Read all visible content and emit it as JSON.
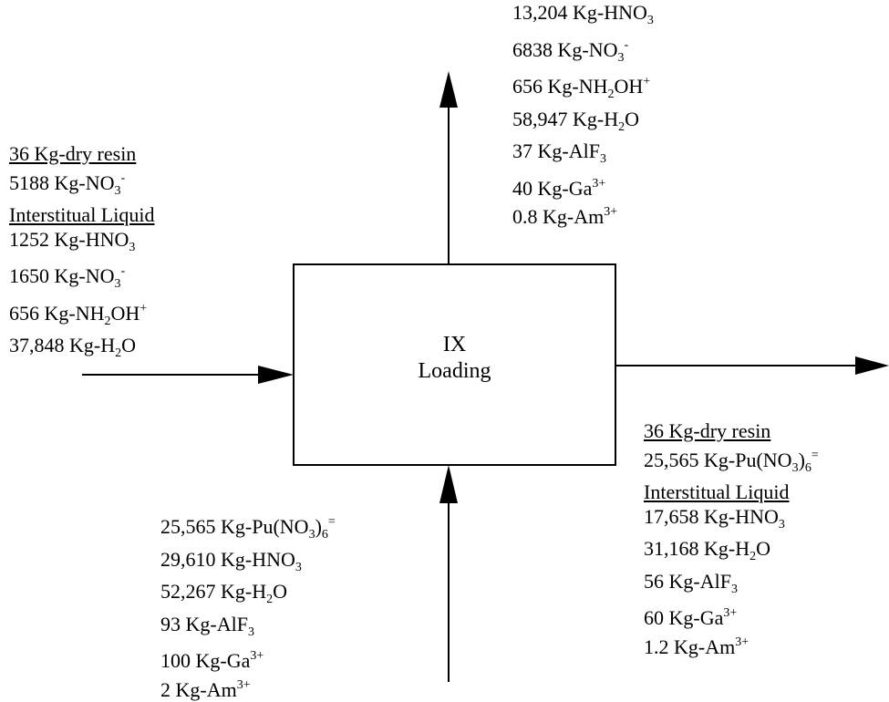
{
  "process_block": {
    "line1": "IX",
    "line2": "Loading"
  },
  "streams": {
    "top_output": [
      [
        [
          "13,204 Kg-HNO",
          ""
        ],
        [
          "3",
          "sub"
        ]
      ],
      [
        [
          "6838 Kg-NO",
          ""
        ],
        [
          "3",
          "sub"
        ],
        [
          "-",
          "sup"
        ]
      ],
      [
        [
          "656 Kg-NH",
          ""
        ],
        [
          "2",
          "sub"
        ],
        [
          "OH",
          ""
        ],
        [
          "+",
          "sup"
        ]
      ],
      [
        [
          "58,947 Kg-H",
          ""
        ],
        [
          "2",
          "sub"
        ],
        [
          "O",
          ""
        ]
      ],
      [
        [
          "37 Kg-AlF",
          ""
        ],
        [
          "3",
          "sub"
        ]
      ],
      [
        [
          "40 Kg-Ga",
          ""
        ],
        [
          "3+",
          "sup"
        ]
      ],
      [
        [
          "0.8 Kg-Am",
          ""
        ],
        [
          "3+",
          "sup"
        ]
      ]
    ],
    "left_input": [
      [
        [
          "36 Kg-dry resin",
          "u"
        ]
      ],
      [
        [
          "5188 Kg-NO",
          ""
        ],
        [
          "3",
          "sub"
        ],
        [
          "-",
          "sup"
        ]
      ],
      [
        [
          "Interstitual Liquid",
          "u"
        ]
      ],
      [
        [
          "1252 Kg-HNO",
          ""
        ],
        [
          "3",
          "sub"
        ]
      ],
      [
        [
          "1650 Kg-NO",
          ""
        ],
        [
          "3",
          "sub"
        ],
        [
          "-",
          "sup"
        ]
      ],
      [
        [
          "656 Kg-NH",
          ""
        ],
        [
          "2",
          "sub"
        ],
        [
          "OH",
          ""
        ],
        [
          "+",
          "sup"
        ]
      ],
      [
        [
          "37,848 Kg-H",
          ""
        ],
        [
          "2",
          "sub"
        ],
        [
          "O",
          ""
        ]
      ]
    ],
    "right_output": [
      [
        [
          "36 Kg-dry resin",
          "u"
        ]
      ],
      [
        [
          "25,565 Kg-Pu(NO",
          ""
        ],
        [
          "3",
          "sub"
        ],
        [
          ")",
          ""
        ],
        [
          "6",
          "sub"
        ],
        [
          "=",
          "sup"
        ]
      ],
      [
        [
          "Interstitual Liquid",
          "u"
        ]
      ],
      [
        [
          "17,658 Kg-HNO",
          ""
        ],
        [
          "3",
          "sub"
        ]
      ],
      [
        [
          "31,168 Kg-H",
          ""
        ],
        [
          "2",
          "sub"
        ],
        [
          "O",
          ""
        ]
      ],
      [
        [
          "56 Kg-AlF",
          ""
        ],
        [
          "3",
          "sub"
        ]
      ],
      [
        [
          "60 Kg-Ga",
          ""
        ],
        [
          "3+",
          "sup"
        ]
      ],
      [
        [
          "1.2 Kg-Am",
          ""
        ],
        [
          "3+",
          "sup"
        ]
      ]
    ],
    "bottom_input": [
      [
        [
          "25,565 Kg-Pu(NO",
          ""
        ],
        [
          "3",
          "sub"
        ],
        [
          ")",
          ""
        ],
        [
          "6",
          "sub"
        ],
        [
          "=",
          "sup"
        ]
      ],
      [
        [
          "29,610 Kg-HNO",
          ""
        ],
        [
          "3",
          "sub"
        ]
      ],
      [
        [
          "52,267 Kg-H",
          ""
        ],
        [
          "2",
          "sub"
        ],
        [
          "O",
          ""
        ]
      ],
      [
        [
          "93 Kg-AlF",
          ""
        ],
        [
          "3",
          "sub"
        ]
      ],
      [
        [
          "100 Kg-Ga",
          ""
        ],
        [
          "3+",
          "sup"
        ]
      ],
      [
        [
          "2 Kg-Am",
          ""
        ],
        [
          "3+",
          "sup"
        ]
      ]
    ]
  }
}
